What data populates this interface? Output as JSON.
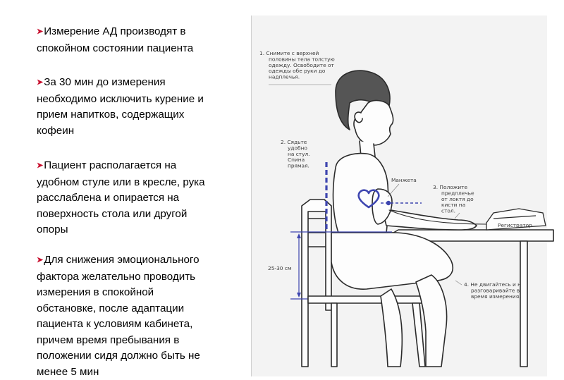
{
  "bullets": [
    {
      "arrow": "➤",
      "text_lines": [
        "Измерение АД производят в",
        "спокойном состоянии пациента"
      ]
    },
    {
      "arrow": "➤",
      "text_lines": [
        "За 30 мин до измерения",
        "необходимо исключить курение и",
        "прием напитков, содержащих",
        "кофеин"
      ]
    },
    {
      "arrow": "➤",
      "text_lines": [
        "Пациент располагается на",
        "удобном стуле или в кресле, рука",
        "расслаблена и опирается на",
        "поверхность стола или другой",
        "опоры"
      ]
    },
    {
      "arrow": "➤",
      "text_lines": [
        "Для снижения эмоционального",
        "фактора желательно проводить",
        "измерения в спокойной",
        "обстановке, после адаптации",
        "пациента к условиям кабинета,",
        "причем время пребывания в",
        "положении сидя должно быть не",
        "менее 5 мин"
      ]
    }
  ],
  "figure": {
    "note1": [
      "1. Снимите с верхней",
      "половины тела толстую",
      "одежду. Освободите от",
      "одежды обе руки до",
      "надплечья."
    ],
    "note2": [
      "2. Сядьте",
      "удобно",
      "на стул.",
      "Спина",
      "прямая."
    ],
    "note3": [
      "3. Положите",
      "предплечье",
      "от локтя до",
      "кисти на",
      "стол."
    ],
    "note4": [
      "4. Не двигайтесь и не",
      "разговаривайте во",
      "время измерения."
    ],
    "cuff_label": "Манжета",
    "recorder_label": "Регистратор",
    "height_label": "25-30 см",
    "colors": {
      "guide": "#3e46b0",
      "line": "#2b2b2b",
      "accent_arrow": "#c8102e"
    }
  }
}
